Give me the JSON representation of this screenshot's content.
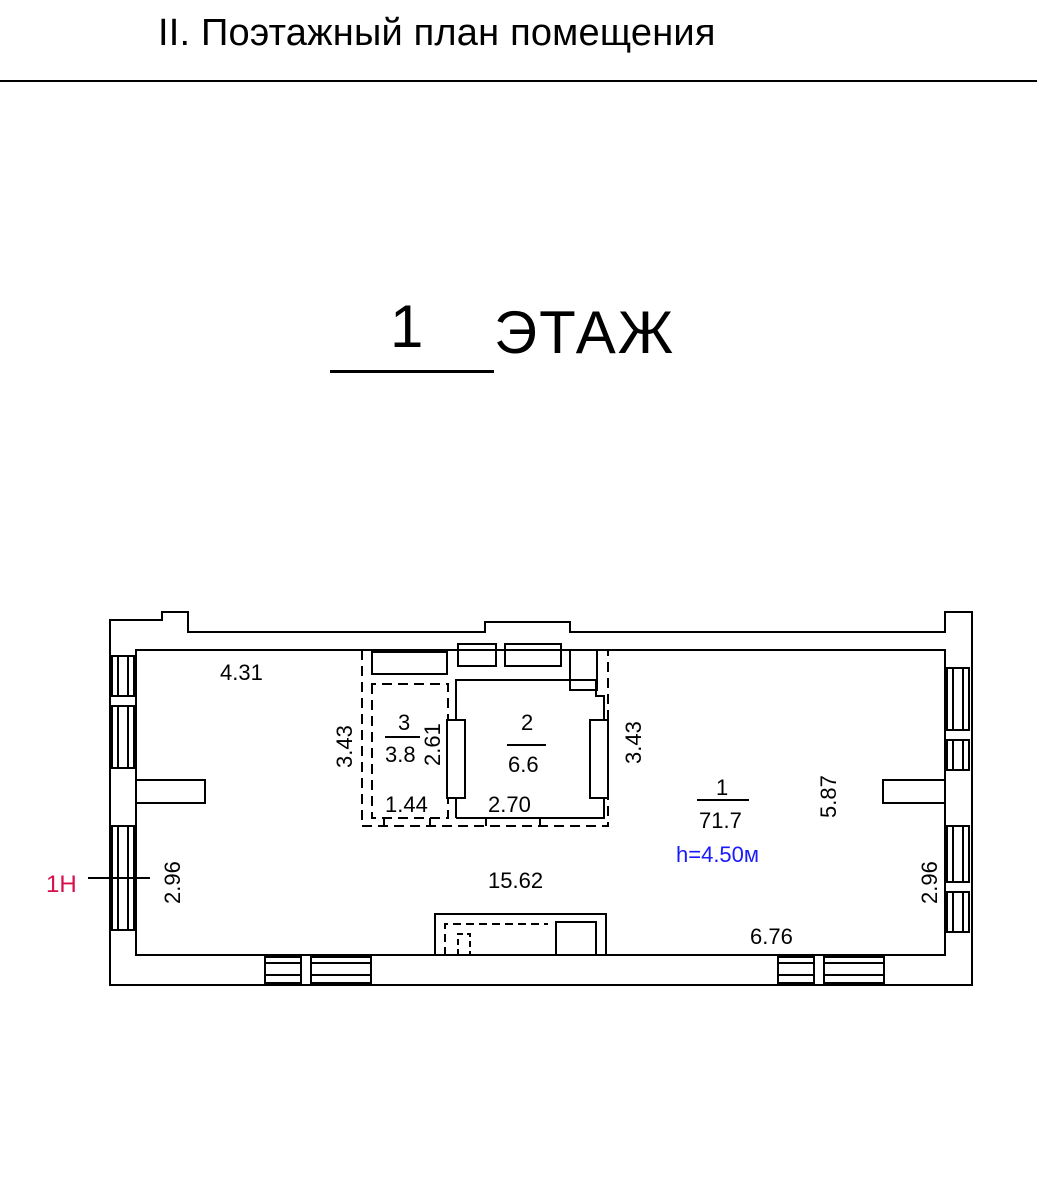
{
  "header": {
    "title": "II. Поэтажный план помещения"
  },
  "floor": {
    "number": "1",
    "word": "ЭТАЖ"
  },
  "plan": {
    "rooms": [
      {
        "number": "1",
        "area": "71.7"
      },
      {
        "number": "2",
        "area": "6.6"
      },
      {
        "number": "3",
        "area": "3.8"
      }
    ],
    "ceiling_height": "h=4.50м",
    "entrance_label": "1Н",
    "dimensions": {
      "top_left_width": "4.31",
      "storage_height_left": "3.43",
      "room3_inner": "2.61",
      "room2_height_right": "3.43",
      "main_height": "5.87",
      "room3_width": "1.44",
      "room2_width": "2.70",
      "left_wall_segment": "2.96",
      "right_wall_segment": "2.96",
      "total_length": "15.62",
      "bottom_right_width": "6.76"
    },
    "colors": {
      "lines": "#000000",
      "ceiling_height": "#1a1aff",
      "entrance_label": "#d6104a"
    }
  }
}
